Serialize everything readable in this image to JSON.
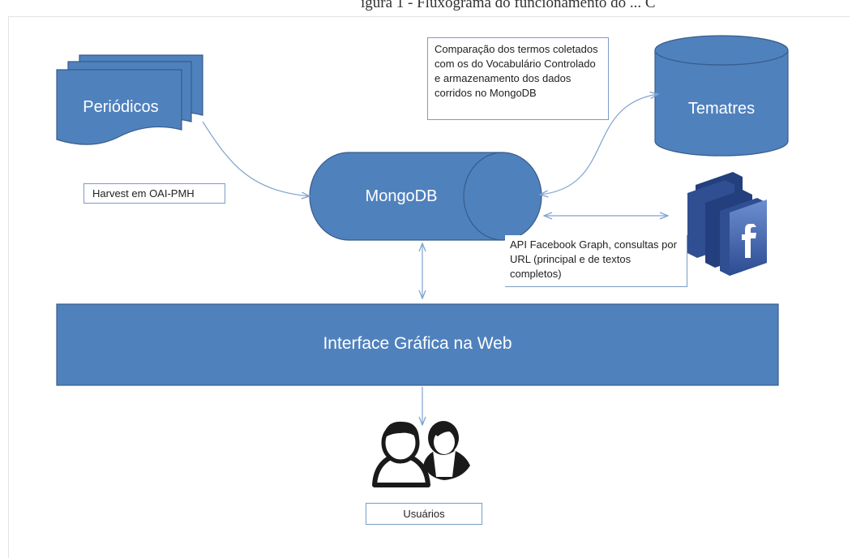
{
  "caption": "igura 1 - Fluxograma do funcionamento do ... C",
  "nodes": {
    "periodicos": "Periódicos",
    "mongodb": "MongoDB",
    "tematres": "Tematres",
    "interface": "Interface Gráfica na Web"
  },
  "labels": {
    "harvest": "Harvest em OAI-PMH",
    "comparacao": "Comparação dos termos coletados com os do Vocabulário Controlado e armazenamento dos dados corridos no MongoDB",
    "facebook_api": "API Facebook Graph, consultas por URL (principal e de textos completos)",
    "usuarios": "Usuários"
  },
  "colors": {
    "shape_fill": "#4f81bd",
    "shape_stroke": "#385d8a",
    "arrow": "#7ea3cf"
  }
}
